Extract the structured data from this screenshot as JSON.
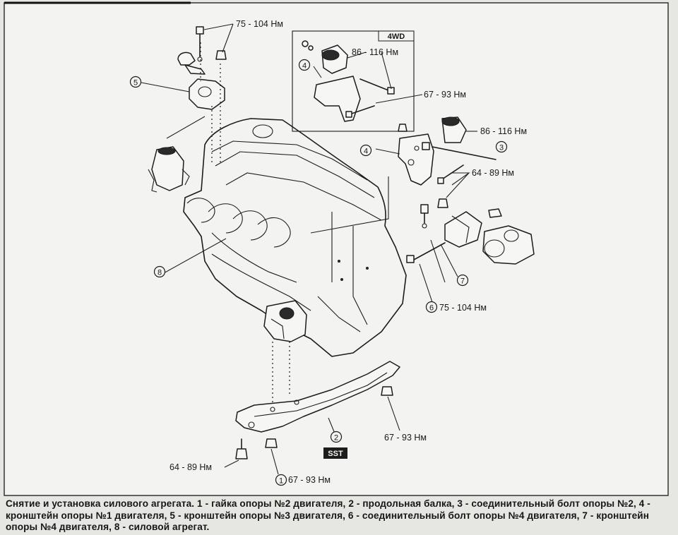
{
  "labels": {
    "torque_75_104_top": "75 - 104 Нм",
    "badge_4wd": "4WD",
    "torque_86_116_inset": "86 - 116 Нм",
    "torque_67_93_inset": "67 - 93 Нм",
    "torque_86_116_right": "86 - 116 Нм",
    "torque_64_89_right": "64 - 89 Нм",
    "torque_75_104_bottom": "75 - 104 Нм",
    "torque_67_93_right": "67 - 93 Нм",
    "torque_64_89_left": "64 - 89 Нм",
    "torque_67_93_bottom": "67 - 93 Нм",
    "sst_tag": "SST"
  },
  "callouts": {
    "n1": "1",
    "n2": "2",
    "n3": "3",
    "n4a": "4",
    "n4b": "4",
    "n5": "5",
    "n6": "6",
    "n7": "7",
    "n8": "8"
  },
  "caption": "Снятие и установка силового агрегата. 1 - гайка опоры №2 двигателя, 2 - продольная балка, 3 - соединительный болт опоры №2, 4 - кронштейн опоры №1 двигателя, 5 - кронштейн опоры №3 двигателя, 6 - соединительный болт опоры №4 двигателя, 7 - кронштейн опоры №4 двигателя, 8 - силовой агрегат."
}
